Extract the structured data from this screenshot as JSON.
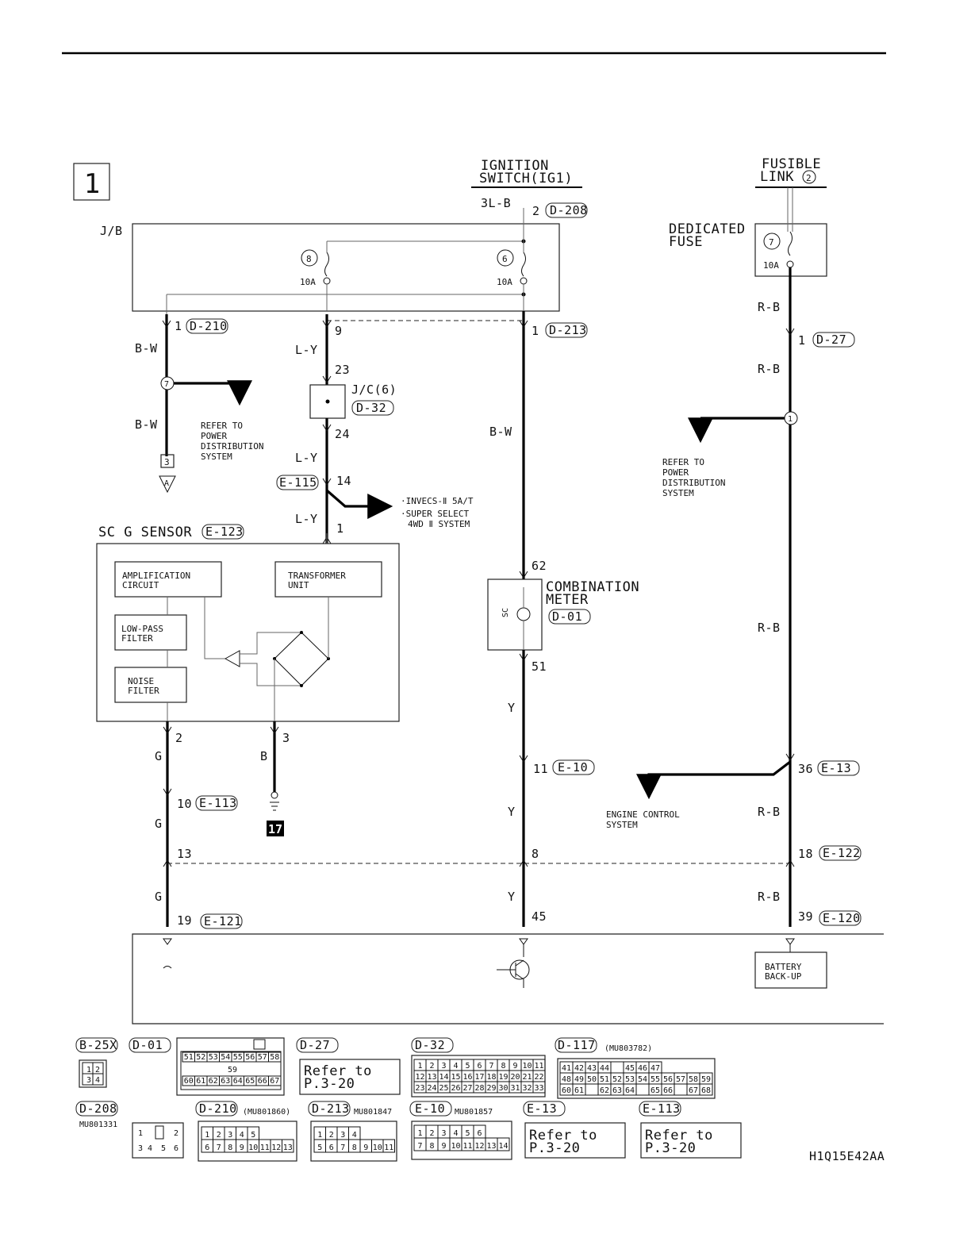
{
  "diagram": {
    "section_number": "1",
    "figure_id": "H1Q15E42AA",
    "sources": {
      "ignition": {
        "line1": "IGNITION",
        "line2": "SWITCH(IG1)",
        "wire": "3L-B",
        "pin": "2",
        "conn": "D-208"
      },
      "fusible": {
        "line1": "FUSIBLE",
        "line2": "LINK",
        "num": "2"
      }
    },
    "jb": {
      "label": "J/B",
      "fuse8": {
        "num": "8",
        "amp": "10A"
      },
      "fuse6": {
        "num": "6",
        "amp": "10A"
      }
    },
    "dedicated_fuse": {
      "line1": "DEDICATED",
      "line2": "FUSE",
      "num": "7",
      "amp": "10A"
    },
    "col1": {
      "pin_top": "1",
      "conn_top": "D-210",
      "wire1": "B-W",
      "splice": "7",
      "wire2": "B-W",
      "ref": [
        "REFER TO",
        "POWER",
        "DISTRIBUTION",
        "SYSTEM"
      ],
      "connector_box": "3",
      "ground_tri": "A"
    },
    "col2": {
      "pin9": "9",
      "wire1": "L-Y",
      "pin23": "23",
      "jc_label": "J/C(6)",
      "jc_conn": "D-32",
      "pin24": "24",
      "wire2": "L-Y",
      "e115": "E-115",
      "pin14": "14",
      "branch": [
        "·INVECS-Ⅱ 5A/T",
        "·SUPER SELECT",
        "4WD Ⅱ SYSTEM"
      ],
      "wire3": "L-Y",
      "pin1": "1"
    },
    "sensor": {
      "title": "SC G SENSOR",
      "conn": "E-123",
      "amp": [
        "AMPLIFICATION",
        "CIRCUIT"
      ],
      "transformer": [
        "TRANSFORMER",
        "UNIT"
      ],
      "lowpass": [
        "LOW-PASS",
        "FILTER"
      ],
      "noise": [
        "NOISE",
        "FILTER"
      ],
      "pin2": "2",
      "pin3": "3"
    },
    "lower_left": {
      "wire_g1": "G",
      "wire_b": "B",
      "pin10": "10",
      "conn_e113": "E-113",
      "wire_g2": "G",
      "ground_num": "17",
      "pin13": "13",
      "wire_g3": "G",
      "pin19": "19",
      "conn_e121": "E-121"
    },
    "col3": {
      "pin1": "1",
      "conn_top": "D-213",
      "wire1": "B-W",
      "pin62": "62",
      "meter_sc": "SC",
      "meter": [
        "COMBINATION",
        "METER"
      ],
      "meter_conn": "D-01",
      "pin51": "51",
      "wire2": "Y",
      "pin11": "11",
      "conn_e10": "E-10",
      "wire3": "Y",
      "pin8": "8",
      "wire4": "Y",
      "pin45": "45"
    },
    "col4": {
      "wire1": "R-B",
      "pin1": "1",
      "conn_d27": "D-27",
      "wire2": "R-B",
      "splice": "1",
      "ref": [
        "REFER TO",
        "POWER",
        "DISTRIBUTION",
        "SYSTEM"
      ],
      "wire3": "R-B",
      "pin36": "36",
      "conn_e13": "E-13",
      "engine": [
        "ENGINE CONTROL",
        "SYSTEM"
      ],
      "wire4": "R-B",
      "pin18": "18",
      "conn_e122": "E-122",
      "wire5": "R-B",
      "pin39": "39",
      "conn_e120": "E-120",
      "battery": [
        "BATTERY",
        "BACK-UP"
      ]
    },
    "connectors": {
      "b25x": {
        "name": "B-25X",
        "pins": [
          "1",
          "2",
          "3",
          "4"
        ]
      },
      "d01": {
        "name": "D-01",
        "row1": [
          "51",
          "52",
          "53",
          "54",
          "55",
          "56",
          "57",
          "58"
        ],
        "mid": "59",
        "row2": [
          "60",
          "61",
          "62",
          "63",
          "64",
          "65",
          "66",
          "67"
        ]
      },
      "d27": {
        "name": "D-27",
        "ref1": "Refer to",
        "ref2": "P.3-20"
      },
      "d32": {
        "name": "D-32",
        "row1": [
          "1",
          "2",
          "3",
          "4",
          "5",
          "6",
          "7",
          "8",
          "9",
          "10",
          "11"
        ],
        "row2": [
          "12",
          "13",
          "14",
          "15",
          "16",
          "17",
          "18",
          "19",
          "20",
          "21",
          "22"
        ],
        "row3": [
          "23",
          "24",
          "25",
          "26",
          "27",
          "28",
          "29",
          "30",
          "31",
          "32",
          "33"
        ]
      },
      "d117": {
        "name": "D-117",
        "part": "(MU803782)",
        "row1": [
          "41",
          "42",
          "43",
          "44",
          "",
          "45",
          "46",
          "47"
        ],
        "row2": [
          "48",
          "49",
          "50",
          "51",
          "52",
          "53",
          "54",
          "55",
          "56",
          "57",
          "58",
          "59"
        ],
        "row3": [
          "60",
          "61",
          "",
          "62",
          "63",
          "64",
          "",
          "65",
          "66",
          "",
          "67",
          "68"
        ]
      },
      "d208": {
        "name": "D-208",
        "part": "MU801331",
        "row1": [
          "1",
          "2"
        ],
        "row2": [
          "3",
          "4",
          "5",
          "6"
        ]
      },
      "d210": {
        "name": "D-210",
        "part": "(MU801860)",
        "row1": [
          "1",
          "2",
          "3",
          "4",
          "5"
        ],
        "row2": [
          "6",
          "7",
          "8",
          "9",
          "10",
          "11",
          "12",
          "13"
        ]
      },
      "d213": {
        "name": "D-213",
        "part": "MU801847",
        "row1": [
          "1",
          "2",
          "3",
          "4"
        ],
        "row2": [
          "5",
          "6",
          "7",
          "8",
          "9",
          "10",
          "11"
        ]
      },
      "e10": {
        "name": "E-10",
        "part": "MU801857",
        "row1": [
          "1",
          "2",
          "3",
          "4",
          "5",
          "6"
        ],
        "row2": [
          "7",
          "8",
          "9",
          "10",
          "11",
          "12",
          "13",
          "14"
        ]
      },
      "e13": {
        "name": "E-13",
        "ref1": "Refer to",
        "ref2": "P.3-20"
      },
      "e113": {
        "name": "E-113",
        "ref1": "Refer to",
        "ref2": "P.3-20"
      }
    }
  }
}
